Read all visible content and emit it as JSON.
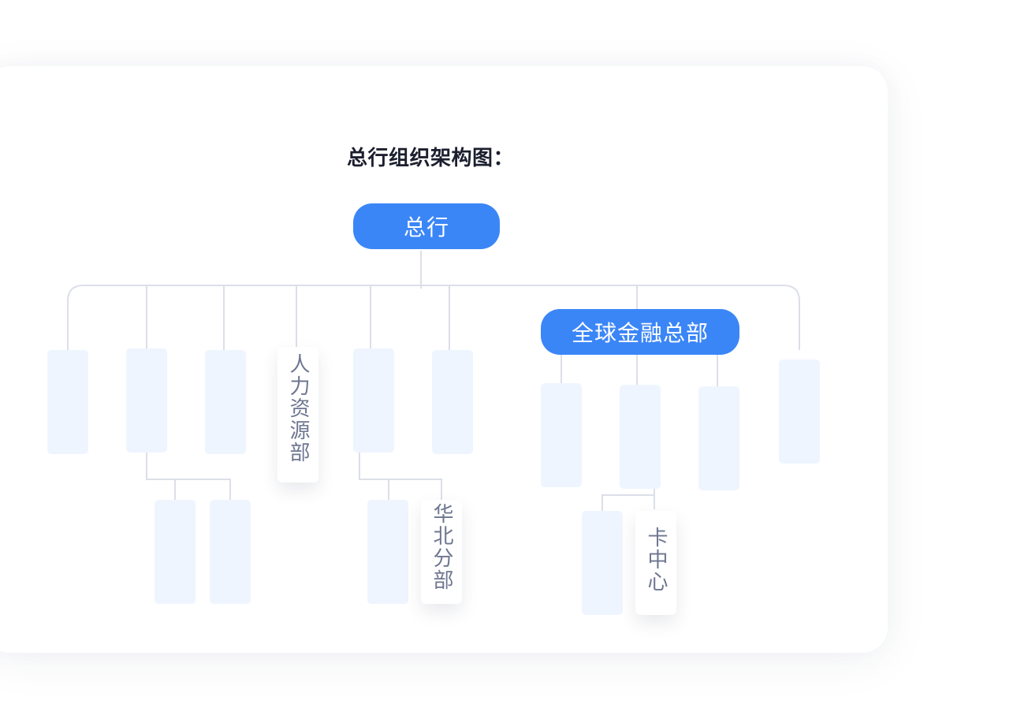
{
  "title": "总行组织架构图：",
  "nodes": {
    "root": "总行",
    "global_finance": "全球金融总部",
    "hr": "人力资源部",
    "north_china": "华北分部",
    "card_center": "卡中心"
  },
  "colors": {
    "accent": "#3b86f7",
    "placeholder": "#eff5ff",
    "connector": "#dcdfe8",
    "label_text": "#6e7690"
  }
}
